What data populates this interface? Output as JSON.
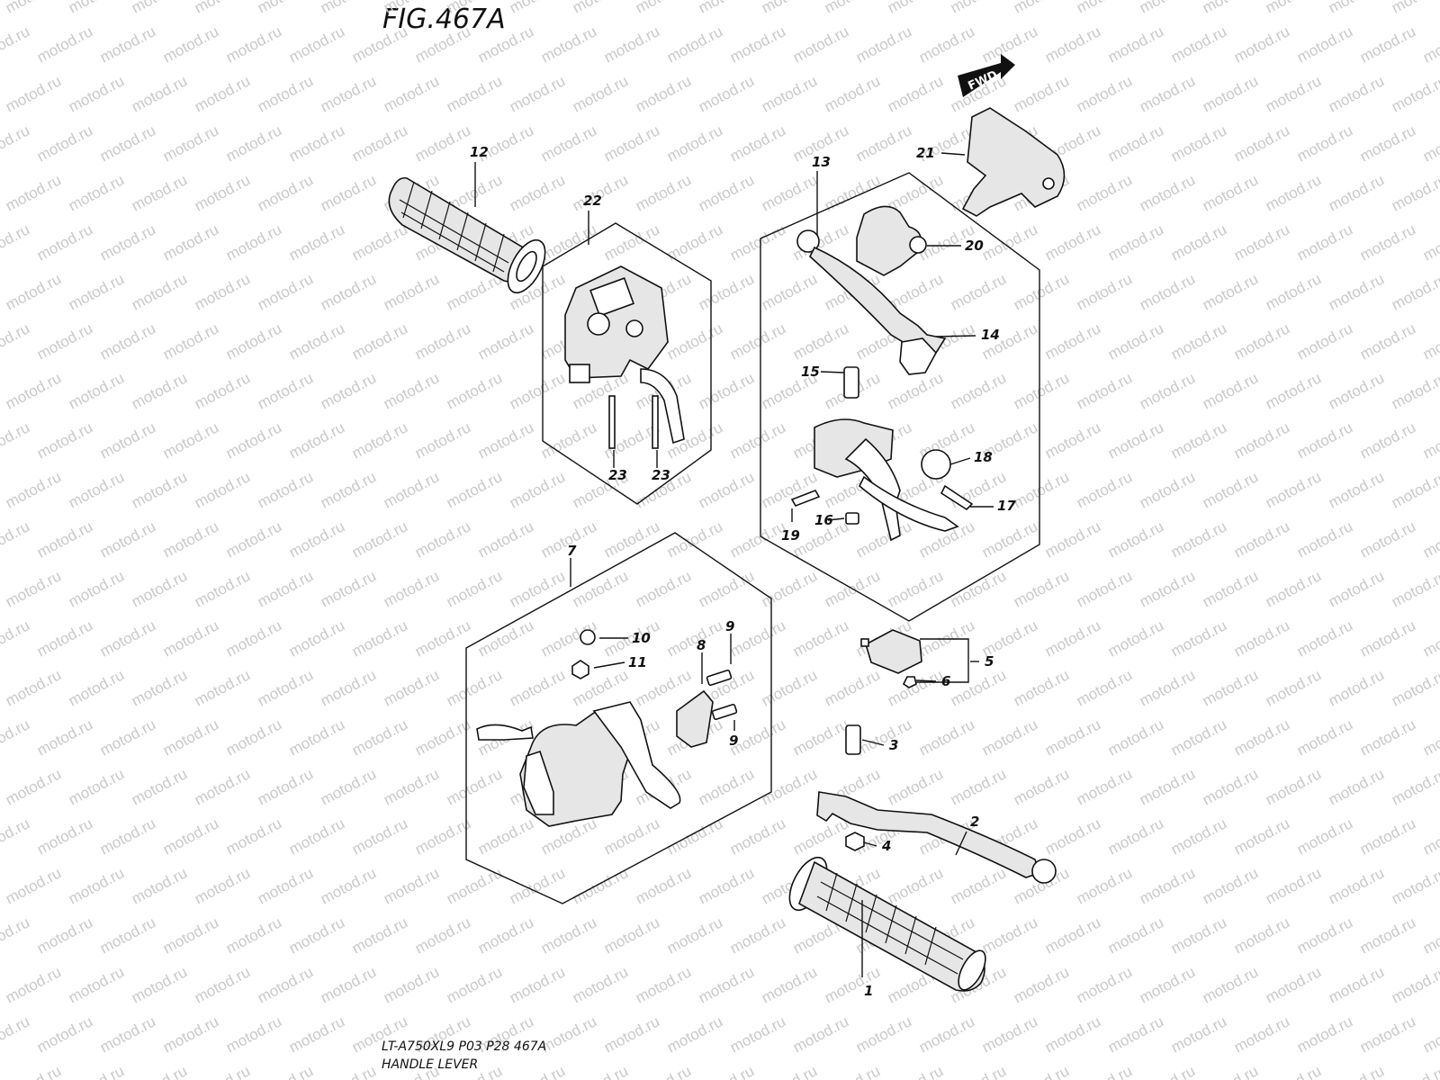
{
  "figure": {
    "title": "FIG.467A",
    "footer_line1": "LT-A750XL9  P03  P28  467A",
    "footer_line2": "HANDLE LEVER",
    "watermark": "motod.ru",
    "fwd_label": "FWD"
  },
  "callouts": [
    "1",
    "2",
    "3",
    "4",
    "5",
    "6",
    "7",
    "8",
    "9",
    "9",
    "10",
    "11",
    "12",
    "13",
    "14",
    "15",
    "16",
    "17",
    "18",
    "19",
    "20",
    "21",
    "22",
    "23",
    "23"
  ]
}
